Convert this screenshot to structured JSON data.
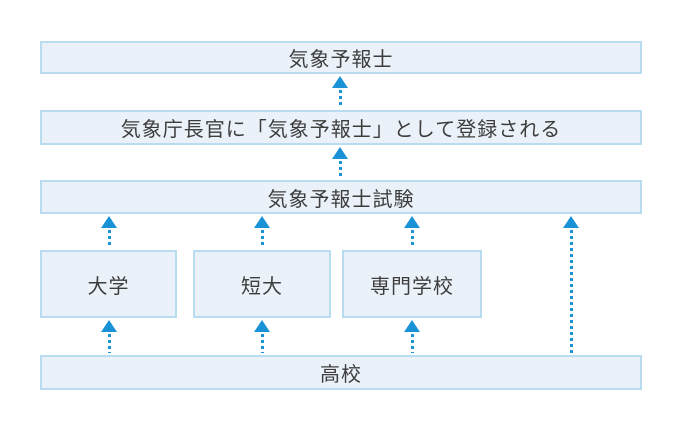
{
  "diagram": {
    "description": "flow-to-weather-forecaster",
    "nodes": {
      "forecaster": {
        "label": "気象予報士"
      },
      "registration": {
        "label": "気象庁長官に「気象予報士」として登録される"
      },
      "exam": {
        "label": "気象予報士試験"
      },
      "university": {
        "label": "大学"
      },
      "junior_college": {
        "label": "短大"
      },
      "vocational_school": {
        "label": "専門学校"
      },
      "high_school": {
        "label": "高校"
      }
    },
    "icons": {
      "arrow_up": "dotted-stem-with-solid-triangle-head-pointing-up"
    },
    "colors": {
      "box_fill": "#eaf1f9",
      "box_border": "#b9dcf0",
      "arrow": "#1a93d6",
      "text": "#3d3d3d",
      "background": "#ffffff"
    }
  }
}
